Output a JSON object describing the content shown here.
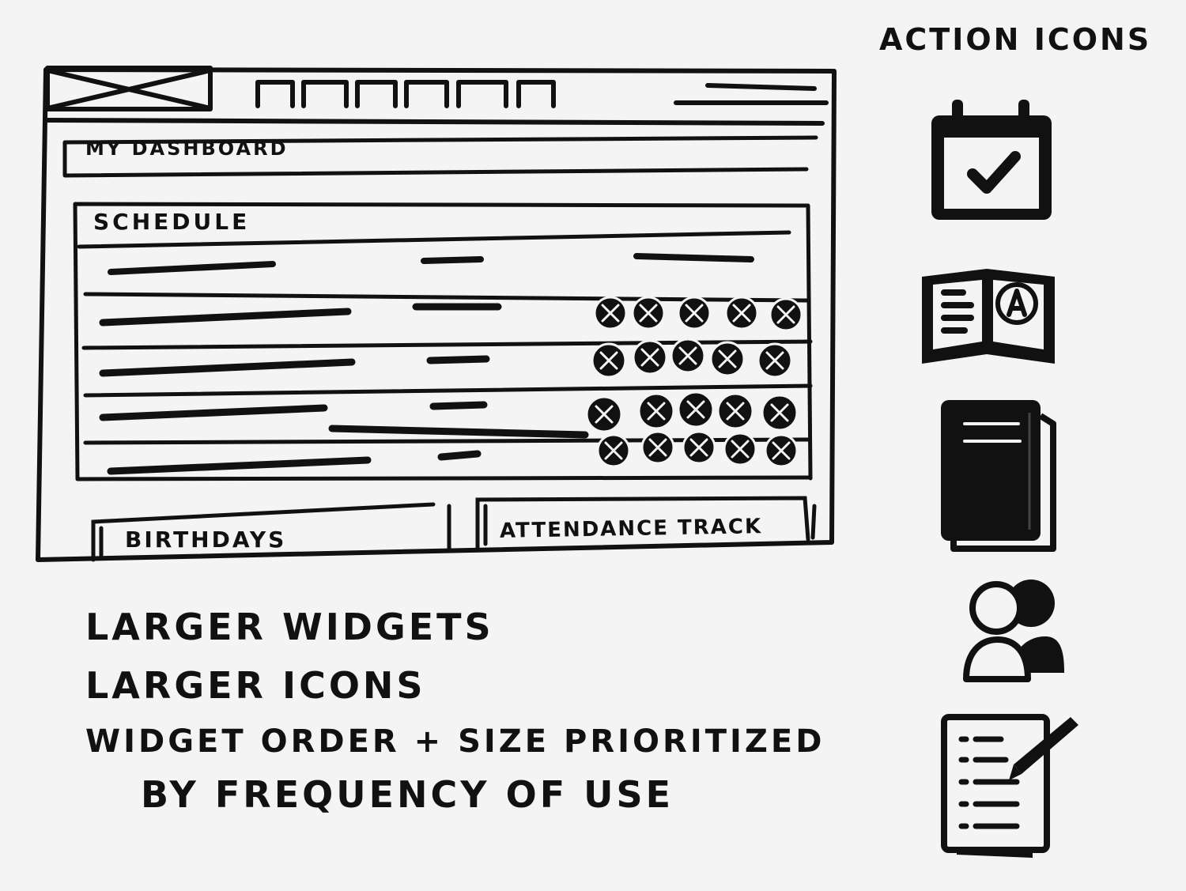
{
  "wireframe": {
    "dashboard_label": "MY DASHBOARD",
    "schedule_label": "SCHEDULE",
    "birthdays_label": "BIRTHDAYS",
    "attendance_label": "ATTENDANCE TRACK"
  },
  "action_icons": {
    "title": "ACTION ICONS",
    "icons": [
      "calendar-check-icon",
      "open-book-icon",
      "notebook-icon",
      "users-icon",
      "notes-pencil-icon"
    ]
  },
  "notes": {
    "line1": "LARGER WIDGETS",
    "line2": "LARGER ICONS",
    "line3": "WIDGET ORDER + SIZE PRIORITIZED",
    "line4": "BY FREQUENCY OF USE"
  }
}
